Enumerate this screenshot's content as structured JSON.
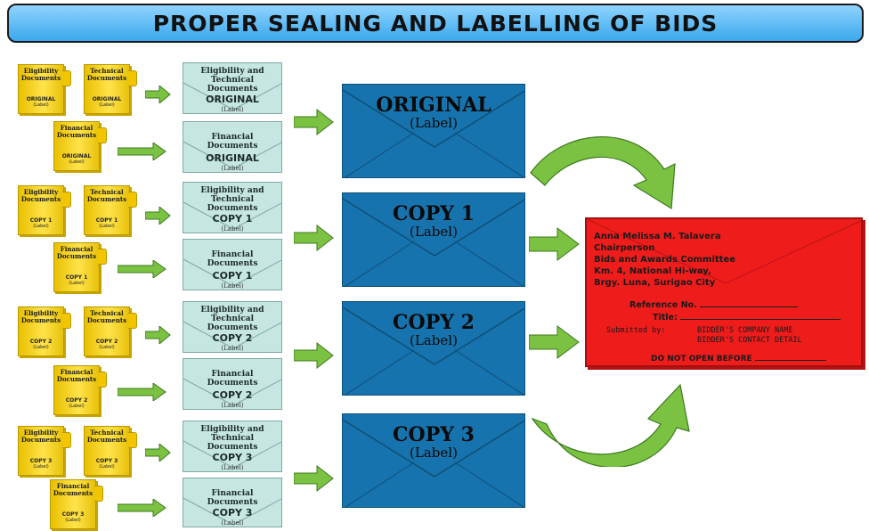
{
  "banner": {
    "title": "PROPER SEALING AND LABELLING OF BIDS"
  },
  "groups": [
    {
      "folder_elig": {
        "title": "Eligibility Documents",
        "tag": "ORIGINAL",
        "label": "(Label)"
      },
      "folder_tech": {
        "title": "Technical Documents",
        "tag": "ORIGINAL",
        "label": "(Label)"
      },
      "folder_fin": {
        "title": "Financial Documents",
        "tag": "ORIGINAL",
        "label": "(Label)"
      },
      "packet_et": {
        "title": "Eligibility and Technical Documents",
        "tag": "ORIGINAL",
        "label": "(Label)"
      },
      "packet_fin": {
        "title": "Financial Documents",
        "tag": "ORIGINAL",
        "label": "(Label)"
      },
      "envelope": {
        "title": "ORIGINAL",
        "label": "(Label)"
      }
    },
    {
      "folder_elig": {
        "title": "Eligibility Documents",
        "tag": "COPY 1",
        "label": "(Label)"
      },
      "folder_tech": {
        "title": "Technical Documents",
        "tag": "COPY 1",
        "label": "(Label)"
      },
      "folder_fin": {
        "title": "Financial Documents",
        "tag": "COPY 1",
        "label": "(Label)"
      },
      "packet_et": {
        "title": "Eligibility and Technical Documents",
        "tag": "COPY 1",
        "label": "(Label)"
      },
      "packet_fin": {
        "title": "Financial Documents",
        "tag": "COPY 1",
        "label": "(Label)"
      },
      "envelope": {
        "title": "COPY 1",
        "label": "(Label)"
      }
    },
    {
      "folder_elig": {
        "title": "Eligibility Documents",
        "tag": "COPY 2",
        "label": "(Label)"
      },
      "folder_tech": {
        "title": "Technical Documents",
        "tag": "COPY 2",
        "label": "(Label)"
      },
      "folder_fin": {
        "title": "Financial Documents",
        "tag": "COPY 2",
        "label": "(Label)"
      },
      "packet_et": {
        "title": "Eligibility and Technical Documents",
        "tag": "COPY 2",
        "label": "(Label)"
      },
      "packet_fin": {
        "title": "Financial Documents",
        "tag": "COPY 2",
        "label": "(Label)"
      },
      "envelope": {
        "title": "COPY 2",
        "label": "(Label)"
      }
    },
    {
      "folder_elig": {
        "title": "Eligibility Documents",
        "tag": "COPY 3",
        "label": "(Label)"
      },
      "folder_tech": {
        "title": "Technical Documents",
        "tag": "COPY 3",
        "label": "(Label)"
      },
      "folder_fin": {
        "title": "Financial Documents",
        "tag": "COPY 3",
        "label": "(Label)"
      },
      "packet_et": {
        "title": "Eligibility and Technical Documents",
        "tag": "COPY 3",
        "label": "(Label)"
      },
      "packet_fin": {
        "title": "Financial Documents",
        "tag": "COPY 3",
        "label": "(Label)"
      },
      "envelope": {
        "title": "COPY 3",
        "label": "(Label)"
      }
    }
  ],
  "outer_envelope": {
    "name": "Anna Melissa M. Talavera",
    "position": "Chairperson",
    "committee": "Bids and Awards Committee",
    "address1": "Km. 4, National Hi-way,",
    "address2": "Brgy. Luna, Surigao City",
    "reference_label": "Reference No.",
    "title_label": "Title:",
    "submitted_label": "Submitted by:",
    "company": "BIDDER'S COMPANY NAME",
    "contact": "BIDDER'S CONTACT DETAIL",
    "do_not_open": "DO NOT OPEN BEFORE"
  },
  "colors": {
    "folder": "#ffd400",
    "packet": "#c6e6e2",
    "envelope": "#1773ad",
    "outer_envelope": "#ef1c1c",
    "arrow": "#7cc242",
    "banner": "#5ab8f2"
  }
}
